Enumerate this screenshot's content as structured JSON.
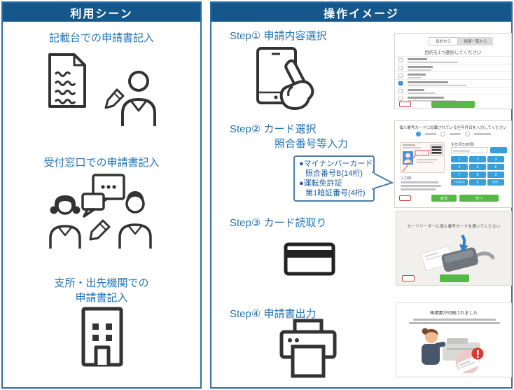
{
  "colors": {
    "header_bg": "#15578a",
    "panel_border": "#2f6ea8",
    "title_blue": "#2273b5",
    "accent_green": "#57b847",
    "keypad_blue": "#3a9fd8",
    "alert_red": "#d0433d"
  },
  "left_panel": {
    "header": "利用シーン",
    "sections": [
      {
        "title": "記載台での申請書記入"
      },
      {
        "title": "受付窓口での申請書記入"
      },
      {
        "title_line1": "支所・出先機関での",
        "title_line2": "申請書記入"
      }
    ]
  },
  "right_panel": {
    "header": "操作イメージ",
    "steps": {
      "step1": {
        "label": "Step① 申請内容選択"
      },
      "step2": {
        "label_line1": "Step② カード選択",
        "label_line2": "照合番号等入力",
        "callout_lines": [
          "●マイナンバーカード",
          "照合番号B(14桁)",
          "●運転免許証",
          "第1暗証番号(4桁)"
        ]
      },
      "step3": {
        "label": "Step③ カード読取り"
      },
      "step4": {
        "label": "Step④ 申請書出力"
      }
    },
    "screens": {
      "step1": {
        "tab_active": "目的から",
        "tab_inactive": "帳票一覧から",
        "heading": "目的を1つ選択してください",
        "checkmark": "✓"
      },
      "step2": {
        "heading": "個人番号カードに記載されている生年月日を入力してください",
        "field_label": "生年月日(西暦)",
        "example_label": "入力例",
        "keypad": [
          "1",
          "2",
          "3",
          "4",
          "5",
          "6",
          "7",
          "8",
          "9",
          "1文字戻る",
          "0",
          "全消し"
        ],
        "back_label": "戻る",
        "next_label": "次へ"
      },
      "step3": {
        "heading": "カードリーダーに個人番号カードを置いてください"
      },
      "step4": {
        "heading": "申請書が印刷されました"
      }
    }
  }
}
